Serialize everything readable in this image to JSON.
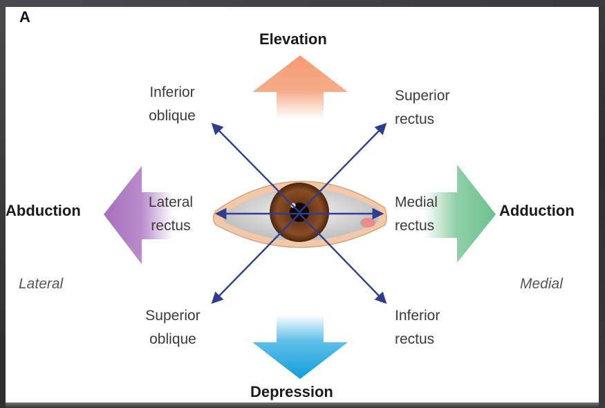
{
  "panel_label": "A",
  "directions": {
    "up": "Elevation",
    "down": "Depression",
    "left": "Abduction",
    "right": "Adduction"
  },
  "side_labels": {
    "left": "Lateral",
    "right": "Medial"
  },
  "muscles": {
    "upper_left": {
      "line1": "Inferior",
      "line2": "oblique"
    },
    "upper_right": {
      "line1": "Superior",
      "line2": "rectus"
    },
    "mid_left": {
      "line1": "Lateral",
      "line2": "rectus"
    },
    "mid_right": {
      "line1": "Medial",
      "line2": "rectus"
    },
    "lower_left": {
      "line1": "Superior",
      "line2": "oblique"
    },
    "lower_right": {
      "line1": "Inferior",
      "line2": "rectus"
    }
  },
  "colors": {
    "elevation_arrow": "#f4a37d",
    "depression_arrow": "#1fa6dd",
    "abduction_arrow": "#b27fc4",
    "adduction_arrow": "#7cc99a",
    "action_arrows": "#2d3e8f",
    "iris": "#6b3b1a"
  }
}
